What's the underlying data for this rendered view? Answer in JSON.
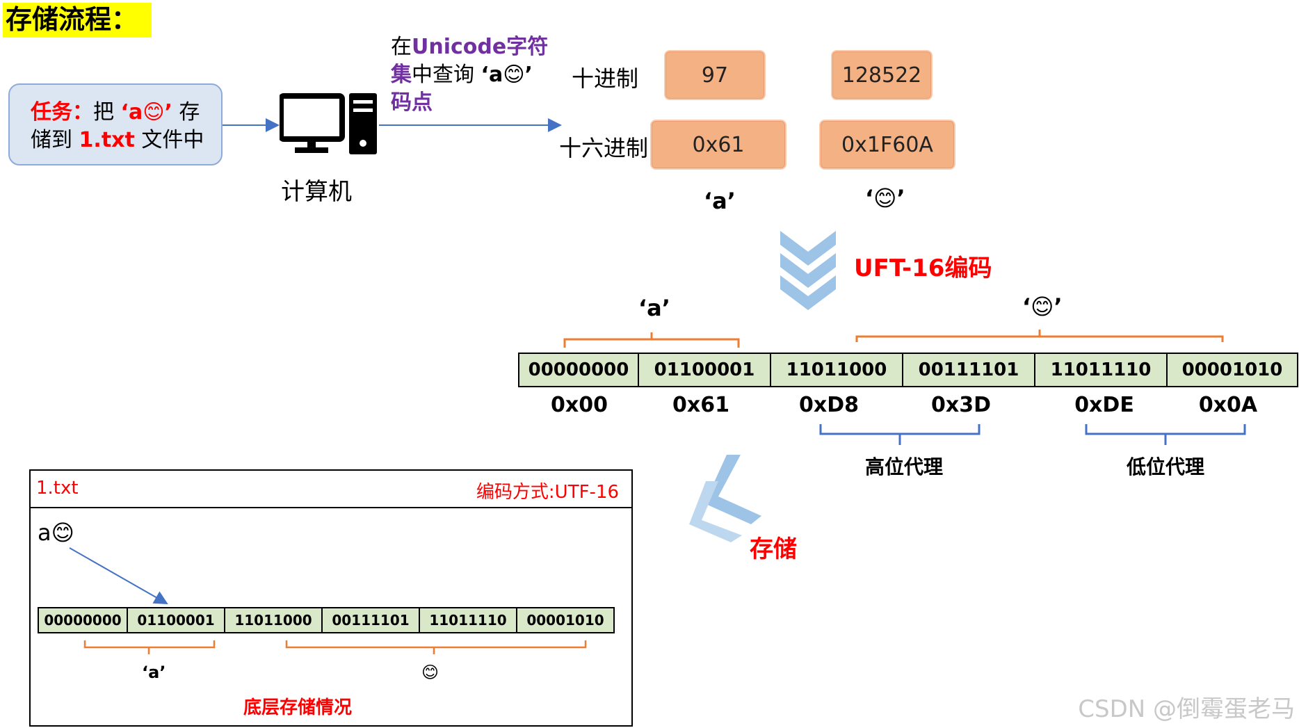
{
  "title": "存储流程：",
  "task": {
    "prefix": "任务：",
    "text1": "把 ",
    "char": "‘a😊’",
    "text2": " 存储到 ",
    "file": "1.txt",
    "text3": " 文件中"
  },
  "computer": {
    "label": "计算机",
    "icon": "computer-icon"
  },
  "lookup": {
    "pre": "在",
    "charset": "Unicode字符集",
    "mid": "中查询 ",
    "char": "‘a😊’",
    "suffix": "码点"
  },
  "codepoints": {
    "decimal_label": "十进制",
    "hex_label": "十六进制",
    "a": {
      "decimal": "97",
      "hex": "0x61",
      "label": "‘a’"
    },
    "emoji": {
      "decimal": "128522",
      "hex": "0x1F60A",
      "label": "‘😊’"
    }
  },
  "encode_label": "UFT-16编码",
  "bytes": {
    "groups": [
      {
        "label": "‘a’"
      },
      {
        "label": "‘😊’"
      }
    ],
    "binary": [
      "00000000",
      "01100001",
      "11011000",
      "00111101",
      "11011110",
      "00001010"
    ],
    "hex": [
      "0x00",
      "0x61",
      "0xD8",
      "0x3D",
      "0xDE",
      "0x0A"
    ],
    "high_surrogate": "高位代理",
    "low_surrogate": "低位代理"
  },
  "store_label": "存储",
  "file": {
    "name": "1.txt",
    "encoding": "编码方式:UTF-16",
    "content": "a😊",
    "binary": [
      "00000000",
      "01100001",
      "11011000",
      "00111101",
      "11011110",
      "00001010"
    ],
    "a_label": "‘a’",
    "emoji_label": "😊",
    "caption": "底层存储情况"
  },
  "watermark": "CSDN @倒霉蛋老马",
  "colors": {
    "highlight": "#ffff00",
    "task_bg": "#dce6f2",
    "code_box": "#f4b183",
    "byte_cell": "#d9e8c8",
    "bracket_orange": "#ed7d31",
    "bracket_blue": "#4472c4",
    "chevron": "#9dc3e6",
    "red": "#ff0000",
    "purple": "#7030a0"
  }
}
